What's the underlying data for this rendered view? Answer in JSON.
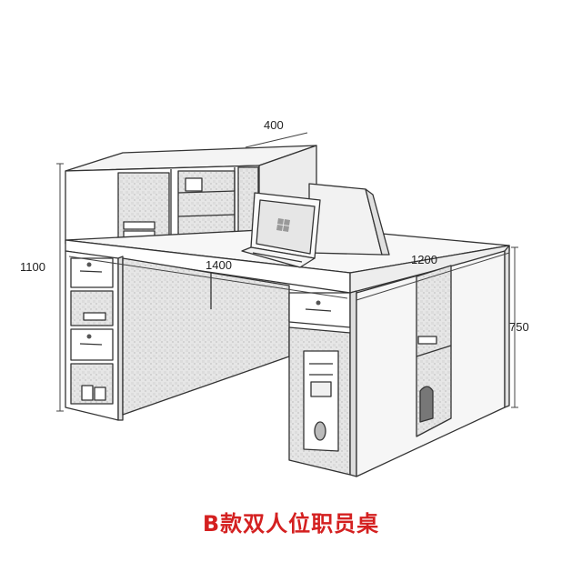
{
  "diagram": {
    "dimensions": {
      "hutch_depth": "400",
      "overall_height": "1100",
      "desk_length": "1400",
      "desk_depth": "1200",
      "desk_height": "750"
    }
  },
  "caption": {
    "text": "B款双人位职员桌",
    "color": "#d42020"
  },
  "colors": {
    "line": "#333333",
    "panel": "#e4e4e4",
    "panel_dark": "#cfcfcf",
    "screen": "#f0f0f0"
  }
}
